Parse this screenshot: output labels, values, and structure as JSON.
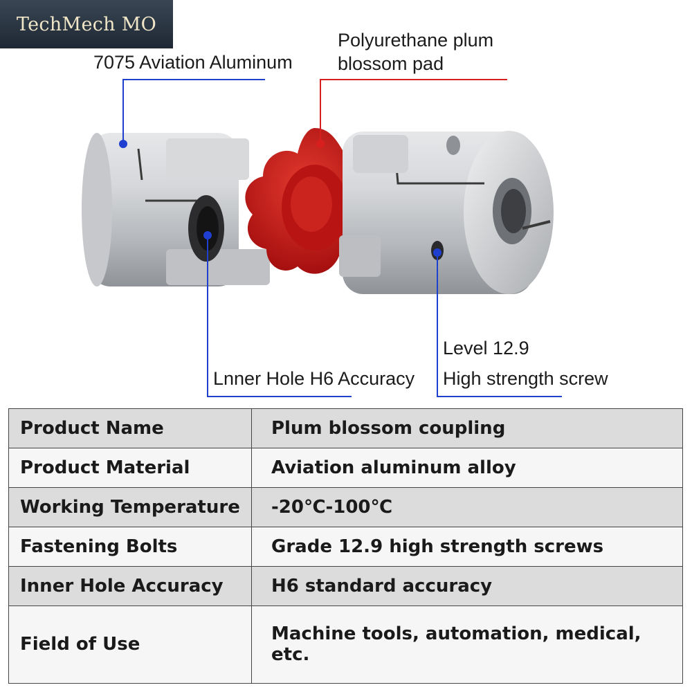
{
  "brand": {
    "text": "TechMech MO"
  },
  "callouts": {
    "material": "7075 Aviation Aluminum",
    "pad_line1": "Polyurethane plum",
    "pad_line2": "blossom pad",
    "hole": "Lnner Hole H6 Accuracy",
    "screw_line1": "Level 12.9",
    "screw_line2": "High strength screw"
  },
  "colors": {
    "callout_line": "#1f3fd0",
    "pad_line": "#d81f1f",
    "pad": "#cc1818",
    "metal": "#c9cbce"
  },
  "specs": [
    {
      "label": "Product Name",
      "value": "Plum blossom coupling"
    },
    {
      "label": "Product Material",
      "value": "Aviation aluminum alloy"
    },
    {
      "label": "Working Temperature",
      "value": "-20℃-100℃"
    },
    {
      "label": "Fastening Bolts",
      "value": "Grade 12.9 high strength screws"
    },
    {
      "label": "Inner Hole Accuracy",
      "value": "H6 standard accuracy"
    },
    {
      "label": "Field of Use",
      "value": "Machine tools, automation, medical, etc."
    }
  ]
}
